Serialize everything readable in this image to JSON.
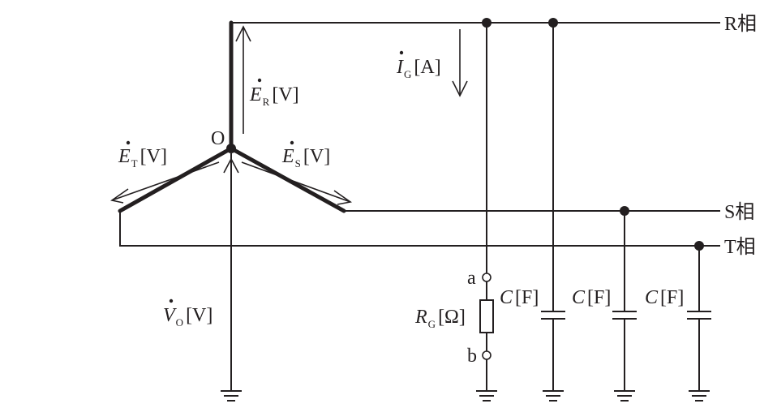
{
  "phases": {
    "r": "R相",
    "s": "S相",
    "t": "T相"
  },
  "neutral": "O",
  "labels": {
    "er_sym": "E",
    "er_sub": "R",
    "er_unit": "[V]",
    "es_sym": "E",
    "es_sub": "S",
    "es_unit": "[V]",
    "et_sym": "E",
    "et_sub": "T",
    "et_unit": "[V]",
    "v0_sym": "V",
    "v0_sub": "O",
    "v0_unit": "[V]",
    "ig_sym": "I",
    "ig_sub": "G",
    "ig_unit": "[A]",
    "rg_sym": "R",
    "rg_sub": "G",
    "rg_unit": "[Ω]",
    "term_a": "a",
    "term_b": "b",
    "c1_sym": "C",
    "c1_unit": "[F]",
    "c2_sym": "C",
    "c2_unit": "[F]",
    "c3_sym": "C",
    "c3_unit": "[F]"
  }
}
